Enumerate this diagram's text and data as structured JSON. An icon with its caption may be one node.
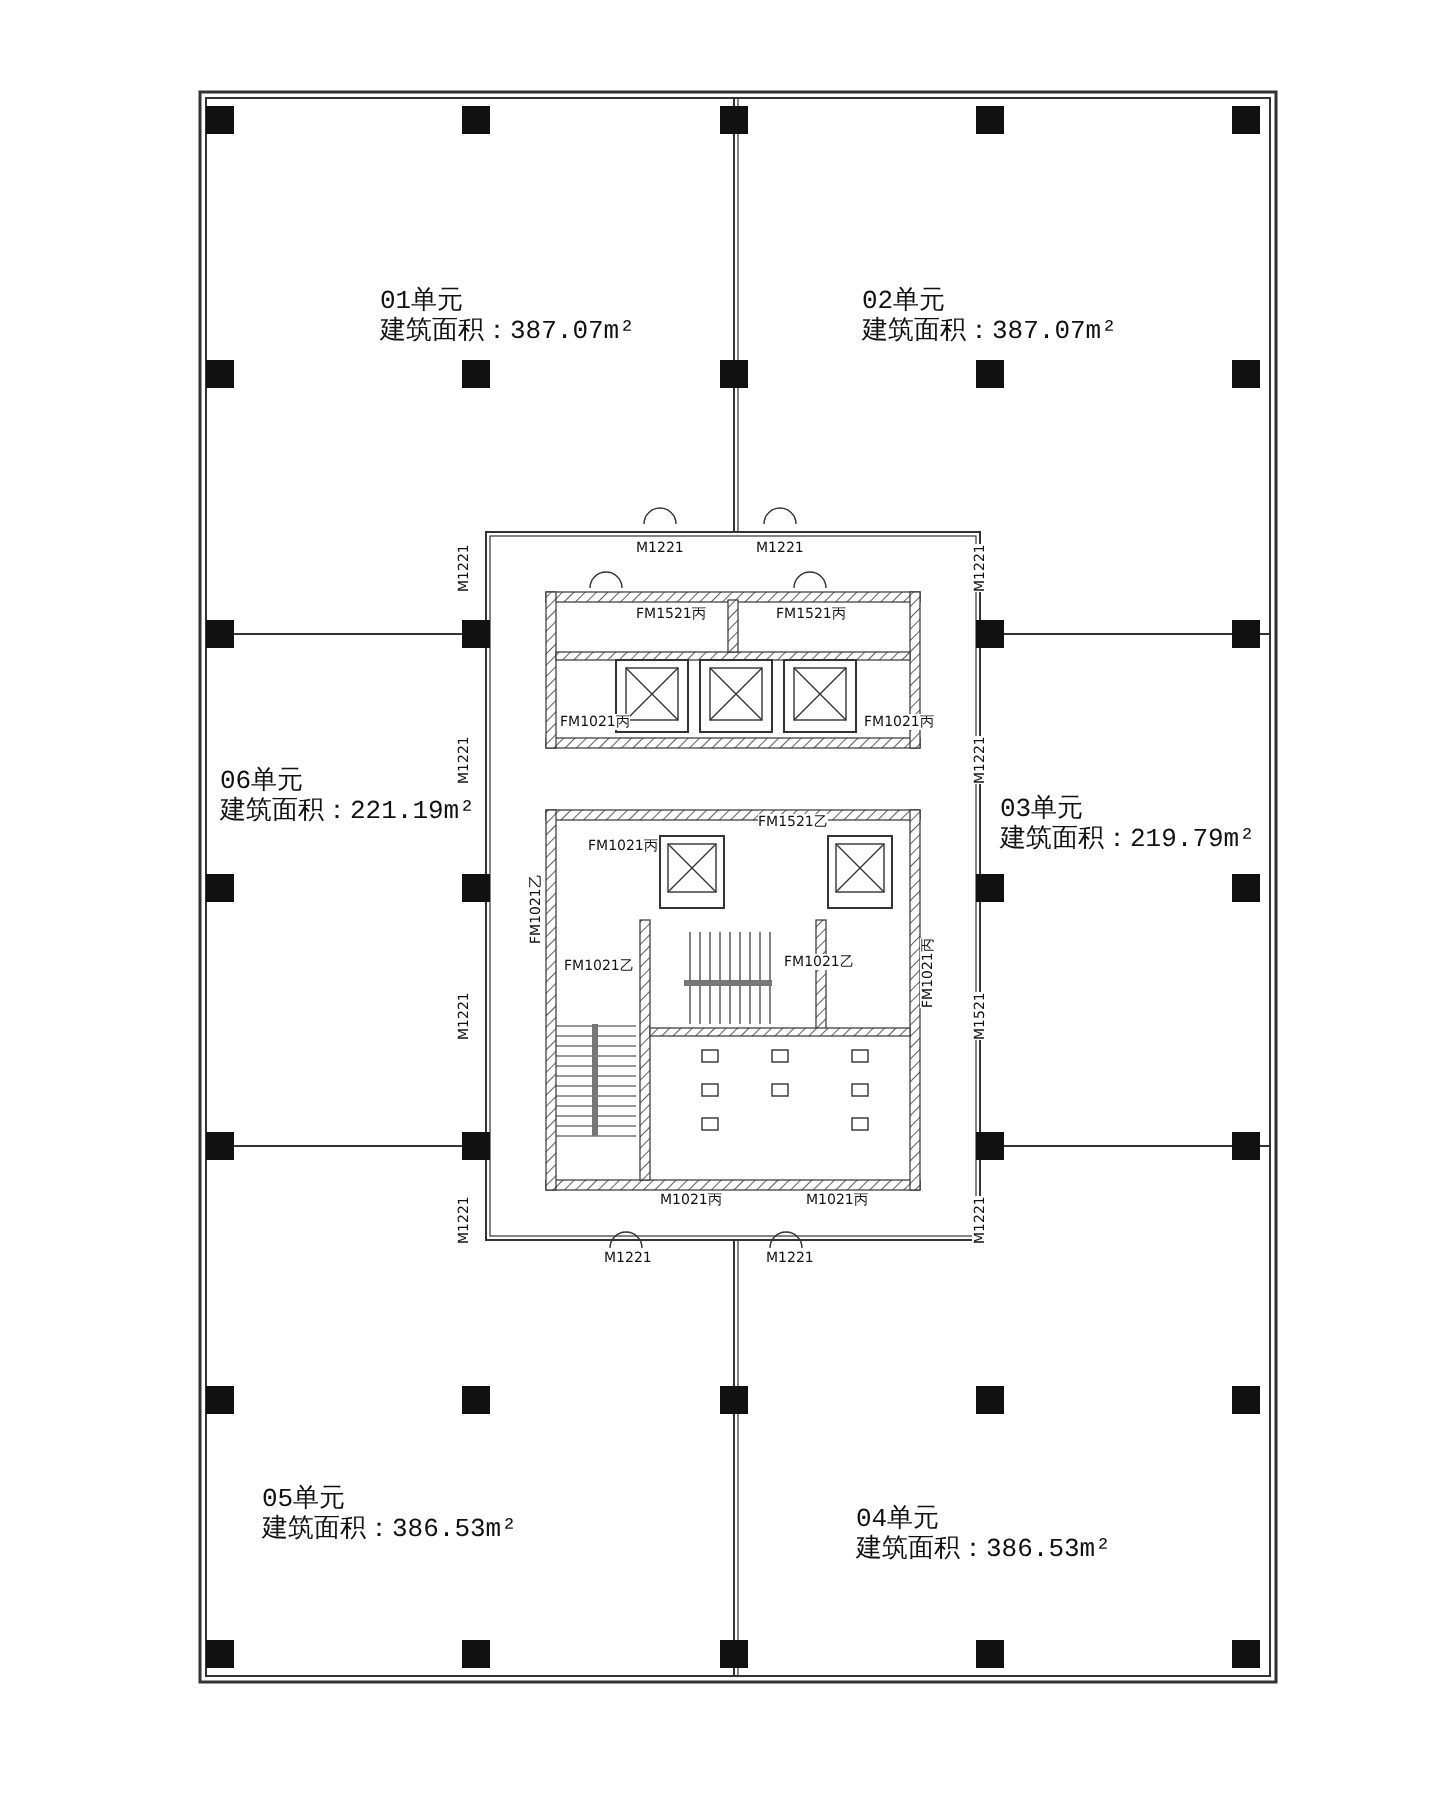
{
  "diagram": {
    "nodes": [
      {
        "text": [
          "01单元",
          "建筑面积：387.07m²"
        ]
      },
      {
        "text": [
          "02单元",
          "建筑面积：387.07m²"
        ]
      },
      {
        "text": [
          "06单元",
          "建筑面积：221.19m²"
        ]
      },
      {
        "text": [
          "03单元",
          "建筑面积：219.79m²"
        ]
      },
      {
        "text": [
          "05单元",
          "建筑面积：386.53m²"
        ]
      },
      {
        "text": [
          "04单元",
          "建筑面积：386.53m²"
        ]
      }
    ],
    "edges": [],
    "labels": [
      "M1221",
      "M1221",
      "M1221",
      "M1221",
      "FM1521丙",
      "FM1521丙",
      "FM1021丙",
      "FM1021丙",
      "M1221",
      "M1221",
      "FM1521乙",
      "FM1021丙",
      "FM1021乙",
      "FM1021乙",
      "FM1021乙",
      "FM1021丙",
      "M1221",
      "M1521",
      "M1021丙",
      "M1021丙",
      "M1221",
      "M1221",
      "M1221",
      "M1221"
    ]
  }
}
